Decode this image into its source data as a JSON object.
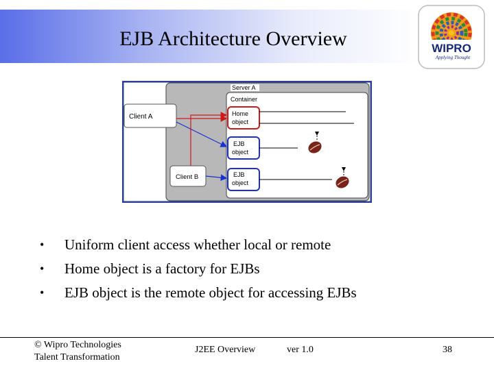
{
  "slide": {
    "title": "EJB Architecture Overview",
    "logo": {
      "name": "WIPRO",
      "tagline": "Applying Thought"
    },
    "diagram": {
      "server_label": "Server A",
      "container_label": "Container",
      "clients": [
        "Client A",
        "Client B"
      ],
      "objects": [
        {
          "line1": "Home",
          "line2": "object"
        },
        {
          "line1": "EJB",
          "line2": "object"
        },
        {
          "line1": "EJB",
          "line2": "object"
        }
      ]
    },
    "bullets": [
      "Uniform client access whether local or remote",
      "Home object is a factory for EJBs",
      "EJB object is the remote object for accessing EJBs"
    ],
    "footer": {
      "copyright": "© Wipro Technologies",
      "tagline": "Talent Transformation",
      "course": "J2EE Overview",
      "version": "ver 1.0",
      "page": "38"
    }
  }
}
